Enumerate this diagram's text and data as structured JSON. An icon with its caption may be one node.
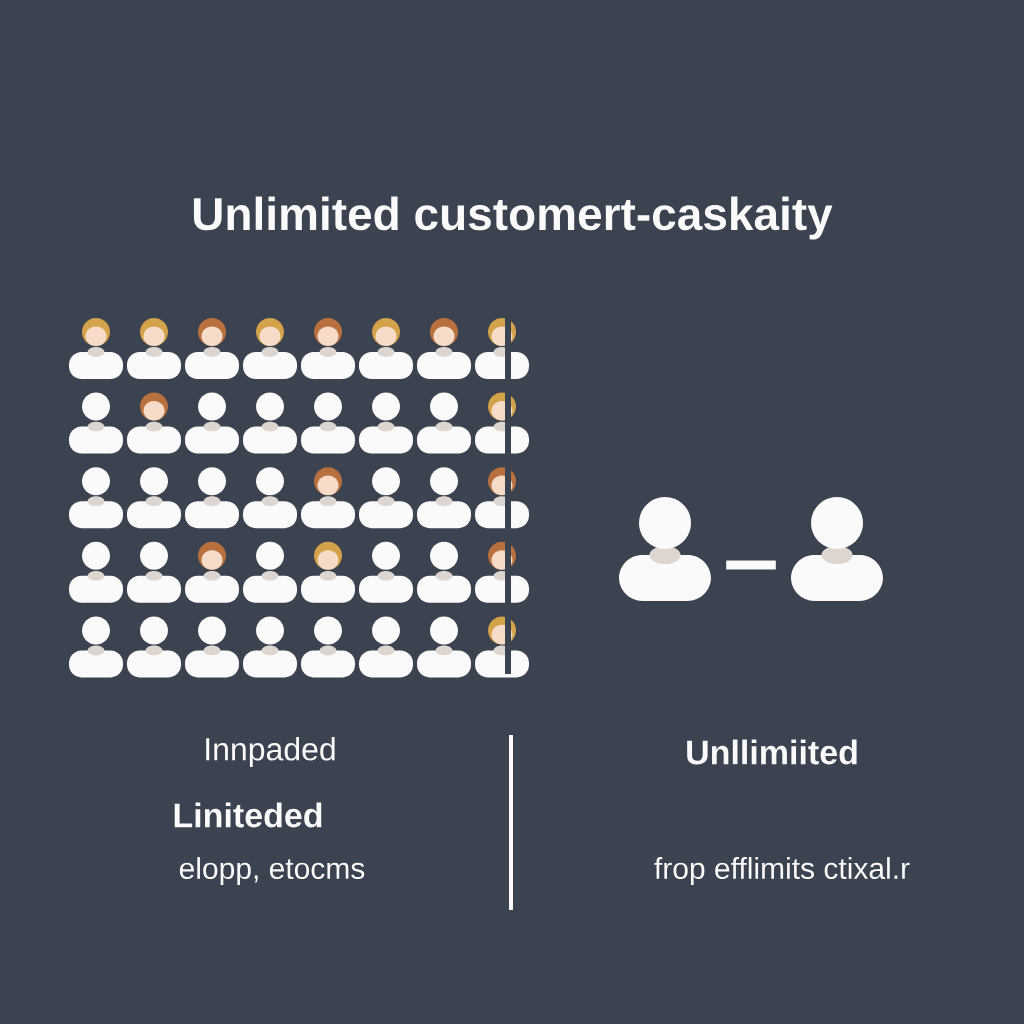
{
  "diagram": {
    "title": "Unlimited customert-caskaity",
    "nodes": [
      {
        "text": [],
        "shape": "person"
      },
      {
        "text": [],
        "shape": "person"
      }
    ],
    "edges": [
      {
        "from": 0,
        "to": 1,
        "arrow": "none"
      }
    ],
    "labels": [
      "Innpaded",
      "Liniteded",
      "elopp, etocms",
      "Unllimiited",
      "frop efflimits ctixal.r"
    ]
  }
}
